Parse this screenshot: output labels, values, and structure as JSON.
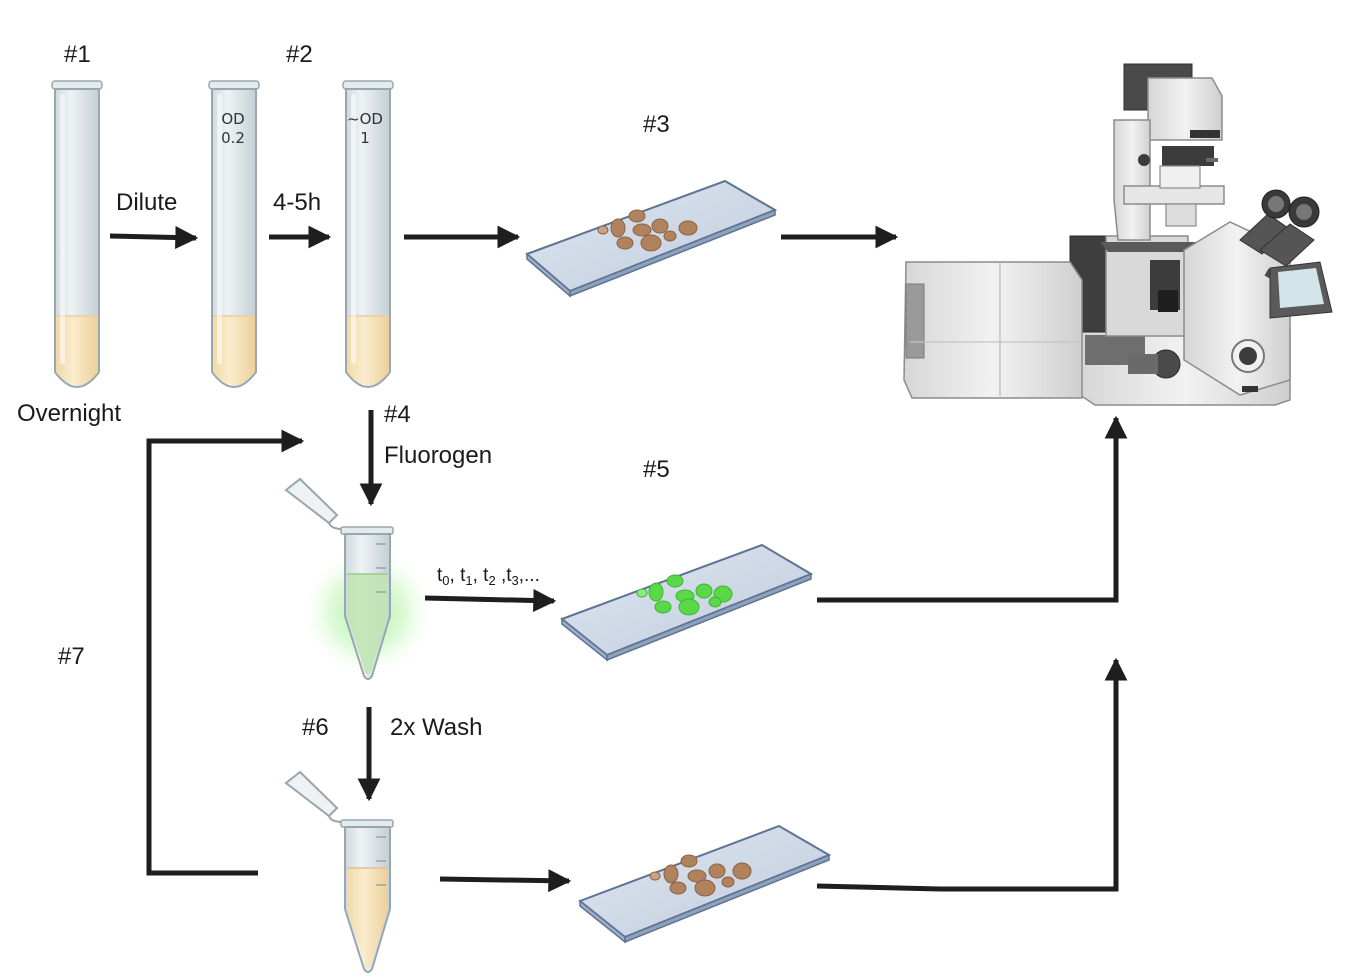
{
  "steps": {
    "s1": "#1",
    "s2": "#2",
    "s3": "#3",
    "s4": "#4",
    "s5": "#5",
    "s6": "#6",
    "s7": "#7"
  },
  "labels": {
    "overnight": "Overnight",
    "dilute": "Dilute",
    "duration": "4-5h",
    "fluorogen": "Fluorogen",
    "wash": "2x Wash"
  },
  "tube_labels": {
    "tube2_line1": "OD",
    "tube2_line2": "0.2",
    "tube3_line1": "~OD",
    "tube3_line2": "1"
  },
  "timepoints": {
    "t0": "t",
    "t0_sub": "0",
    "t1": ", t",
    "t1_sub": "1",
    "t2": ", t",
    "t2_sub": "2",
    "t3": " ,t",
    "t3_sub": "3",
    "tail": ",..."
  },
  "colors": {
    "culture": "#f7e2b8",
    "cells": "#b0835e",
    "fluorescent_cells": "#5ad84a",
    "glow": "#a8f09a",
    "slide": "#c9d5e6",
    "arrow": "#1e1e1e",
    "microscope_body": "#e8e8e8",
    "microscope_dark": "#4a4a4a"
  },
  "icons": {
    "test_tube": "test-tube-icon",
    "microcentrifuge_tube": "microcentrifuge-tube-icon",
    "slide": "microscope-slide-icon",
    "microscope": "inverted-microscope-icon"
  }
}
